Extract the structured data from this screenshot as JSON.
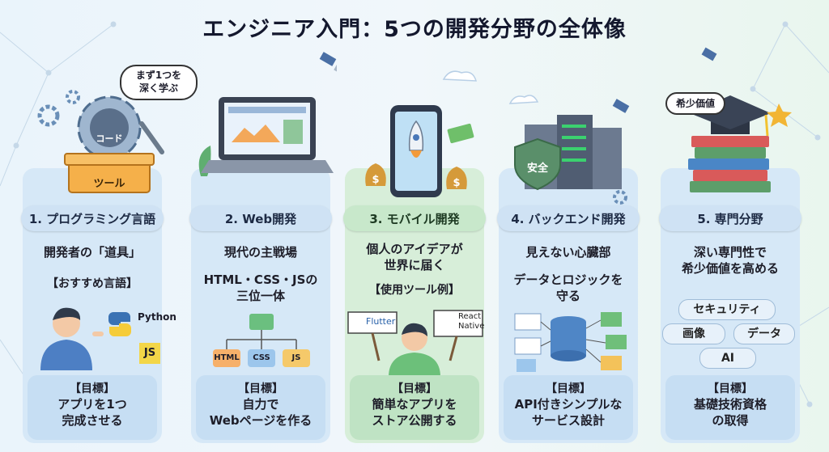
{
  "title": "エンジニア入門：5つの開発分野の全体像",
  "goal_heading": "【目標】",
  "columns": [
    {
      "heading": "1. プログラミング言語",
      "lines": [
        "開発者の「道具」",
        "【おすすめ言語】"
      ],
      "bubble": [
        "まず1つを",
        "深く学ぶ"
      ],
      "toolbox_labels": [
        "コード",
        "ツール"
      ],
      "langs": [
        "Python",
        "JS"
      ],
      "goal": [
        "アプリを1つ",
        "完成させる"
      ],
      "colors": {
        "panel": "#d6e8f7",
        "heading": "#cfe2f4",
        "goal": "#c6def3"
      }
    },
    {
      "heading": "2. Web開発",
      "lines": [
        "現代の主戦場",
        "HTML・CSS・JSの",
        "三位一体"
      ],
      "nodes": [
        "HTML",
        "CSS",
        "JS"
      ],
      "goal": [
        "自力で",
        "Webページを作る"
      ],
      "colors": {
        "panel": "#d6e8f7",
        "heading": "#cfe2f4",
        "goal": "#c6def3"
      }
    },
    {
      "heading": "3. モバイル開発",
      "lines": [
        "個人のアイデアが",
        "世界に届く",
        "【使用ツール例】"
      ],
      "signs": [
        "Flutter",
        "React",
        "Native"
      ],
      "goal": [
        "簡単なアプリを",
        "ストア公開する"
      ],
      "colors": {
        "panel": "#d7eed9",
        "heading": "#c8e8cb",
        "goal": "#bfe3c4"
      }
    },
    {
      "heading": "4. バックエンド開発",
      "lines": [
        "見えない心臓部",
        "データとロジックを",
        "守る"
      ],
      "shield": "安全",
      "goal": [
        "API付きシンプルな",
        "サービス設計"
      ],
      "colors": {
        "panel": "#d6e8f7",
        "heading": "#cfe2f4",
        "goal": "#c6def3"
      }
    },
    {
      "heading": "5. 専門分野",
      "lines": [
        "深い専門性で",
        "希少価値を高める"
      ],
      "bubble": "希少価値",
      "tags": [
        "セキュリティ",
        "画像",
        "データ",
        "AI"
      ],
      "goal": [
        "基礎技術資格",
        "の取得"
      ],
      "colors": {
        "panel": "#d6e8f7",
        "heading": "#cfe2f4",
        "goal": "#c6def3"
      }
    }
  ]
}
